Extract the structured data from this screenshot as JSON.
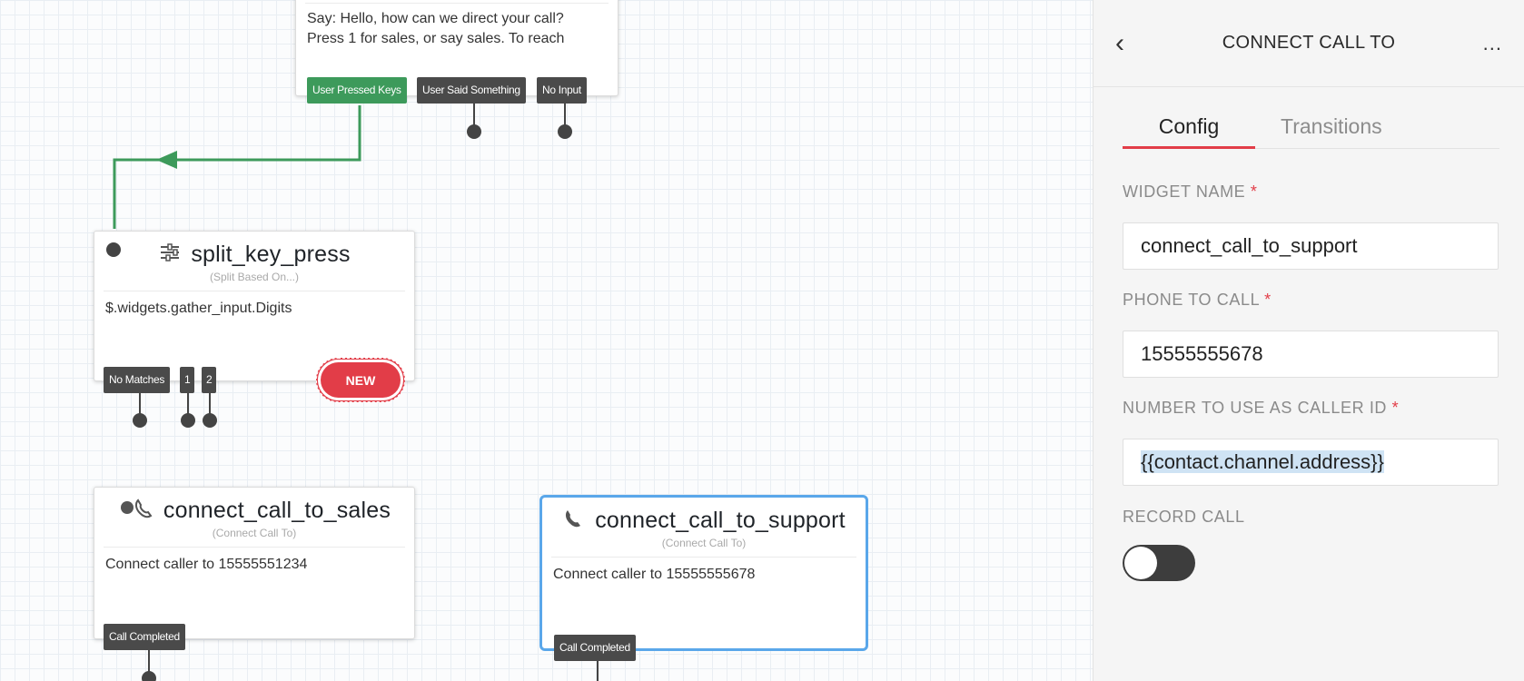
{
  "canvas": {
    "gather_widget": {
      "text": "Say: Hello, how can we direct your call?\nPress 1 for sales, or say sales. To reach",
      "transitions": [
        "User Pressed Keys",
        "User Said Something",
        "No Input"
      ]
    },
    "split_widget": {
      "title": "split_key_press",
      "type": "(Split Based On...)",
      "body": "$.widgets.gather_input.Digits",
      "transitions": [
        "No Matches",
        "1",
        "2"
      ],
      "badge": "NEW"
    },
    "sales_widget": {
      "title": "connect_call_to_sales",
      "type": "(Connect Call To)",
      "body": "Connect caller to 15555551234",
      "transition": "Call Completed"
    },
    "support_widget": {
      "title": "connect_call_to_support",
      "type": "(Connect Call To)",
      "body": "Connect caller to 15555555678",
      "transition": "Call Completed"
    }
  },
  "panel": {
    "title": "CONNECT CALL TO",
    "more": "...",
    "tabs": [
      "Config",
      "Transitions"
    ],
    "active_tab": "Config",
    "fields": {
      "widget_name": {
        "label": "WIDGET NAME",
        "value": "connect_call_to_support"
      },
      "phone_to_call": {
        "label": "PHONE TO CALL",
        "value": "15555555678"
      },
      "caller_id": {
        "label": "NUMBER TO USE AS CALLER ID",
        "value": "{{contact.channel.address}}"
      },
      "record_call": {
        "label": "RECORD CALL",
        "enabled": false
      }
    },
    "required_mark": "*"
  },
  "colors": {
    "accent_red": "#e23d48",
    "transition_green": "#3d9a5b",
    "selected_blue": "#5aa7ea"
  }
}
